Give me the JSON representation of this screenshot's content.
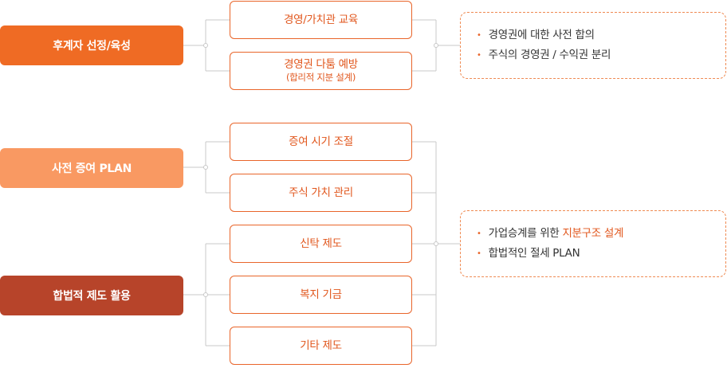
{
  "colors": {
    "category_1": "#ef6b24",
    "category_2": "#f99962",
    "category_3": "#b7442a",
    "accent": "#e1561c",
    "connector": "#c8c8c8"
  },
  "categories": [
    {
      "label": "후계자 선정/육성"
    },
    {
      "label": "사전 증여 PLAN"
    },
    {
      "label": "합법적 제도 활용"
    }
  ],
  "items": [
    {
      "label": "경영/가치관 교육"
    },
    {
      "label": "경영권 다툼 예방",
      "sub": "(합리적 지분 설계)"
    },
    {
      "label": "증여 시기 조절"
    },
    {
      "label": "주식 가치 관리"
    },
    {
      "label": "신탁 제도"
    },
    {
      "label": "복지 기금"
    },
    {
      "label": "기타 제도"
    }
  ],
  "notes": [
    {
      "lines": [
        {
          "bullet": "•",
          "text": "경영권에 대한 사전 합의"
        },
        {
          "bullet": "•",
          "text": "주식의 경영권 / 수익권 분리"
        }
      ]
    },
    {
      "lines": [
        {
          "bullet": "•",
          "text": "가업승계를 위한 ",
          "highlight": "지분구조 설계"
        },
        {
          "bullet": "•",
          "text": "합법적인 절세 PLAN"
        }
      ]
    }
  ]
}
